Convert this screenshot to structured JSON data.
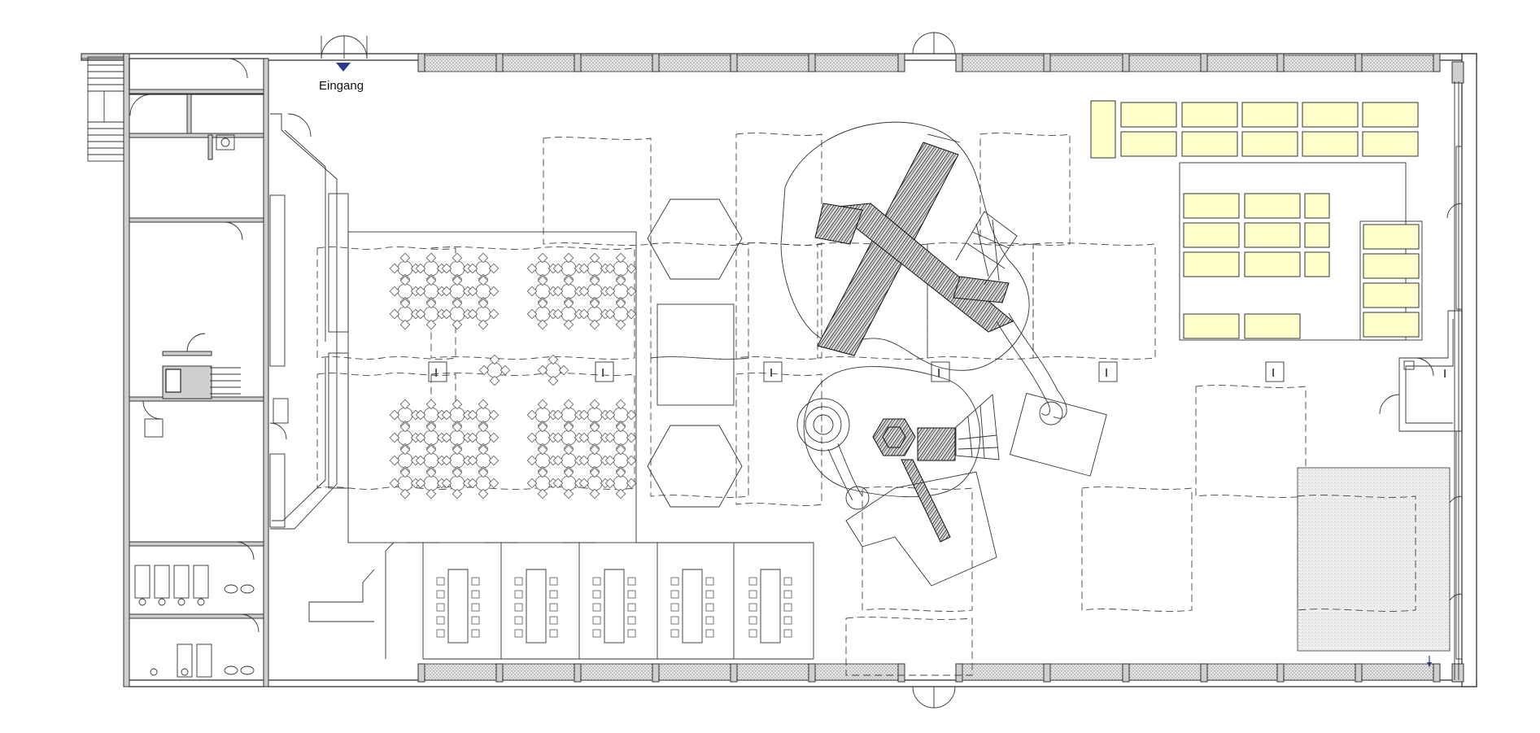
{
  "labels": {
    "entrance": "Eingang",
    "column_mark": "I"
  },
  "colors": {
    "mat_fill": "#ffffcc",
    "wall_stroke": "#222222",
    "wall_fill": "#cfcfcf",
    "entrance_marker": "#2b3a8c"
  },
  "icons": {
    "entrance": "triangle-down",
    "column": "i-beam-box"
  }
}
